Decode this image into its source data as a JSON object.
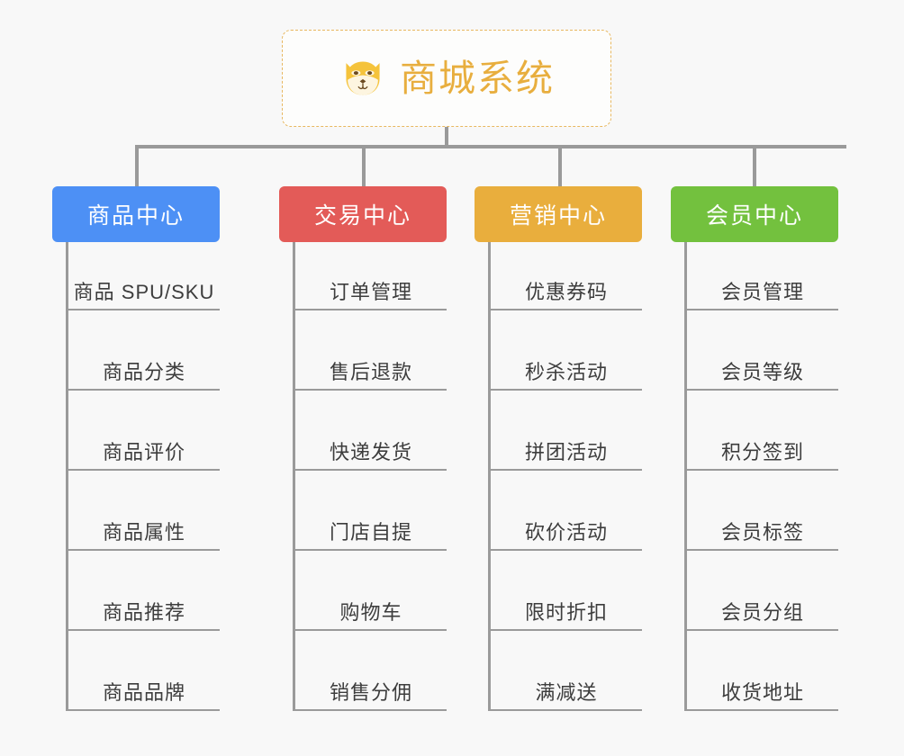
{
  "root": {
    "title": "商城系统",
    "icon": "shiba-dog-icon",
    "text_color": "#e8ae3e",
    "border_color": "#e8b860"
  },
  "connector_color": "#9a9a9a",
  "background": "#f8f8f8",
  "columns": [
    {
      "id": "product-center",
      "title": "商品中心",
      "color": "#4d90f5",
      "items": [
        "商品 SPU/SKU",
        "商品分类",
        "商品评价",
        "商品属性",
        "商品推荐",
        "商品品牌"
      ]
    },
    {
      "id": "trade-center",
      "title": "交易中心",
      "color": "#e35b58",
      "items": [
        "订单管理",
        "售后退款",
        "快递发货",
        "门店自提",
        "购物车",
        "销售分佣"
      ]
    },
    {
      "id": "marketing-center",
      "title": "营销中心",
      "color": "#e9ae3d",
      "items": [
        "优惠券码",
        "秒杀活动",
        "拼团活动",
        "砍价活动",
        "限时折扣",
        "满减送"
      ]
    },
    {
      "id": "member-center",
      "title": "会员中心",
      "color": "#73c13e",
      "items": [
        "会员管理",
        "会员等级",
        "积分签到",
        "会员标签",
        "会员分组",
        "收货地址"
      ]
    }
  ]
}
